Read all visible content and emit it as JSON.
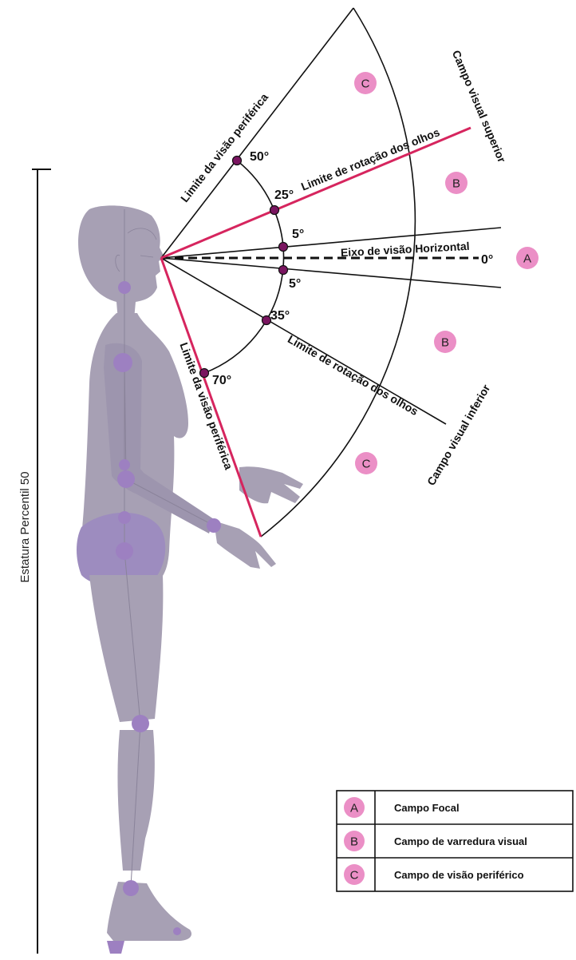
{
  "colors": {
    "accent": "#d6255e",
    "badge_fill": "#eb8fc6",
    "figure_fill": "#a7a0b4",
    "joint_fill": "#9d80c1",
    "dot_fill": "#7a1560"
  },
  "stature": {
    "label": "Estatura Percentil 50"
  },
  "angles": {
    "a50": "50°",
    "a25": "25°",
    "a5_up": "5°",
    "a0": "0°",
    "a5_down": "5°",
    "a35": "35°",
    "a70": "70°"
  },
  "labels": {
    "peripheral_top": "Limite da visão periférica",
    "peripheral_bottom": "Limite da visão periférica",
    "rotation_top": "Limite de rotação dos olhos",
    "rotation_bottom": "Limite de rotação dos olhos",
    "horizontal_axis": "Eixo de visão Horizontal",
    "upper_field": "Campo visual superior",
    "lower_field": "Campo visual inferior"
  },
  "zones": {
    "a": "A",
    "b": "B",
    "c": "C"
  },
  "legend": {
    "rows": [
      {
        "letter": "A",
        "text": "Campo Focal"
      },
      {
        "letter": "B",
        "text": "Campo de varredura visual"
      },
      {
        "letter": "C",
        "text": "Campo de visão periférico"
      }
    ]
  }
}
